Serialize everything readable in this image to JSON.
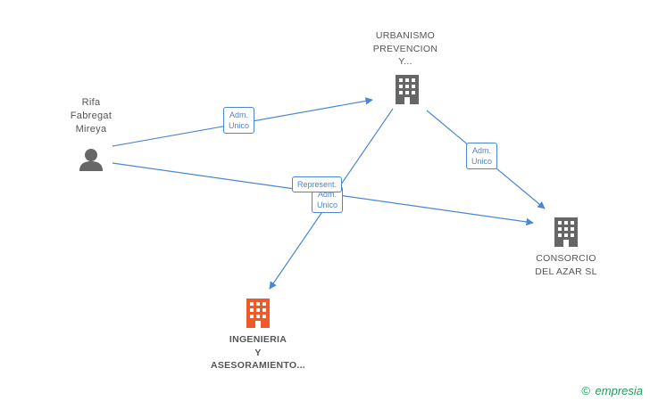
{
  "nodes": {
    "person": {
      "lines": [
        "Rifa",
        "Fabregat",
        "Mireya"
      ],
      "icon": "person-icon",
      "color": "#666666"
    },
    "urbanismo": {
      "lines": [
        "URBANISMO",
        "PREVENCION",
        "Y..."
      ],
      "icon": "building-icon",
      "color": "#666666"
    },
    "consorcio": {
      "lines": [
        "CONSORCIO",
        "DEL AZAR SL"
      ],
      "icon": "building-icon",
      "color": "#666666"
    },
    "ingenieria": {
      "lines": [
        "INGENIERIA",
        "Y",
        "ASESORAMIENTO..."
      ],
      "icon": "building-icon",
      "color": "#f05a28"
    }
  },
  "edges": {
    "person_urbanismo": {
      "lines": [
        "Adm.",
        "Unico"
      ]
    },
    "urbanismo_consorcio": {
      "lines": [
        "Adm.",
        "Unico"
      ]
    },
    "person_consorcio": {
      "lines": [
        "Represent."
      ]
    },
    "urbanismo_ingenieria": {
      "lines": [
        "Adm.",
        "Unico"
      ]
    }
  },
  "colors": {
    "edge": "#4a86d4",
    "node_gray": "#666666",
    "node_highlight": "#f05a28",
    "brand": "#1a9e5a"
  },
  "brand": {
    "copyright": "©",
    "name": "empresia"
  }
}
